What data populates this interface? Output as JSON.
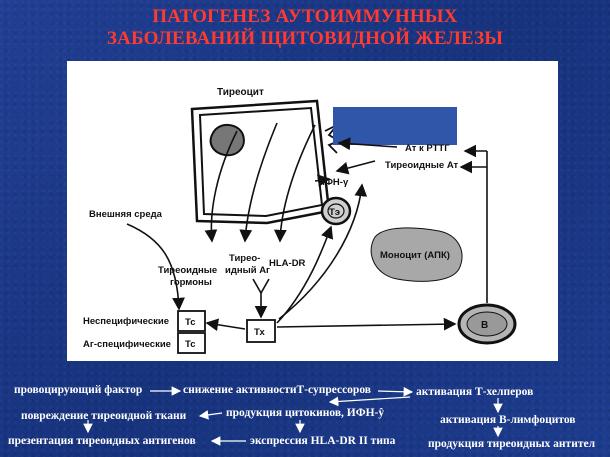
{
  "title": {
    "line1": "ПАТОГЕНЕЗ АУТОИММУННЫХ",
    "line2": "ЗАБОЛЕВАНИЙ ЩИТОВИДНОЙ ЖЕЛЕЗЫ"
  },
  "diagram": {
    "thyrocyte": "Тиреоцит",
    "at_rttg": "Ат к РТТГ",
    "thyroid_at": "Тиреоидные Ат",
    "ifn": "ИФН-γ",
    "te": "Тэ",
    "external_env": "Внешняя среда",
    "thyroid_hormones_1": "Тиреоидные",
    "thyroid_hormones_2": "гормоны",
    "thyroid_ag_1": "Тирео-",
    "thyroid_ag_2": "идный Аг",
    "hla_dr": "HLA-DR",
    "monocyte": "Моноцит (АПК)",
    "nonspecific": "Неспецифические",
    "ag_specific": "Аг-специфические",
    "tc1": "Тс",
    "tc2": "Тс",
    "tx": "Тх",
    "b": "В"
  },
  "flow": {
    "provoking": "провоцирующий фактор",
    "suppressors": "снижение активностиТ-супрессоров",
    "helpers": "активация Т-хелперов",
    "tissue_damage": "повреждение тиреоидной ткани",
    "cytokines": "продукция цитокинов, ИФН-ŷ",
    "b_activation": "активация В-лимфоцитов",
    "presentation": "презентация тиреоидных антигенов",
    "hla_expression": "экспрессия HLA-DR II типа",
    "antibodies": "продукция тиреоидных антител"
  },
  "colors": {
    "background": "#1b3a8c",
    "title": "#ff3b2f",
    "overlay_box": "#2f56a8"
  }
}
